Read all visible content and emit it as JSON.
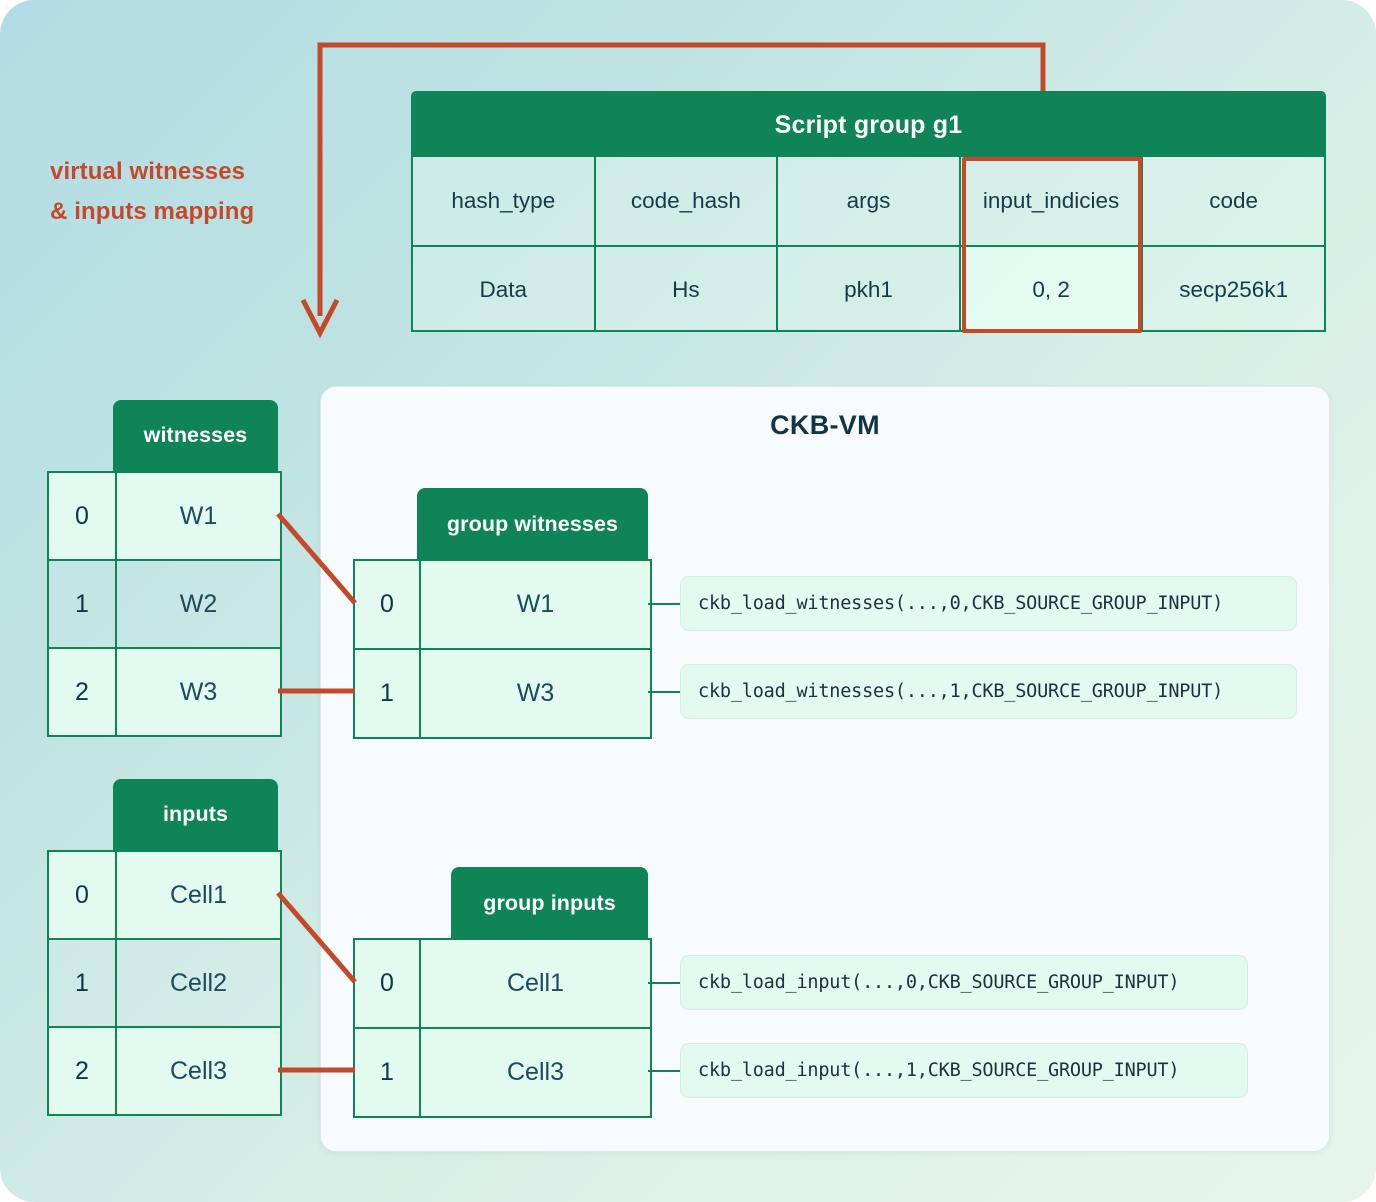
{
  "annotation": {
    "line1": "virtual witnesses",
    "line2": "& inputs mapping",
    "color": "#c4492a"
  },
  "script_group": {
    "title": "Script group g1",
    "columns": [
      "hash_type",
      "code_hash",
      "args",
      "input_indicies",
      "code"
    ],
    "values": [
      "Data",
      "Hs",
      "pkh1",
      "0, 2",
      "secp256k1"
    ],
    "highlighted_column": "input_indicies",
    "highlight_color": "#c4492a",
    "header_color": "#0f8457"
  },
  "vm": {
    "title": "CKB-VM"
  },
  "tables": {
    "witnesses": {
      "header": "witnesses",
      "rows": [
        {
          "index": "0",
          "value": "W1",
          "dimmed": false
        },
        {
          "index": "1",
          "value": "W2",
          "dimmed": true
        },
        {
          "index": "2",
          "value": "W3",
          "dimmed": false
        }
      ]
    },
    "group_witnesses": {
      "header": "group witnesses",
      "rows": [
        {
          "index": "0",
          "value": "W1"
        },
        {
          "index": "1",
          "value": "W3"
        }
      ]
    },
    "inputs": {
      "header": "inputs",
      "rows": [
        {
          "index": "0",
          "value": "Cell1",
          "dimmed": false
        },
        {
          "index": "1",
          "value": "Cell2",
          "dimmed": true
        },
        {
          "index": "2",
          "value": "Cell3",
          "dimmed": false
        }
      ]
    },
    "group_inputs": {
      "header": "group inputs",
      "rows": [
        {
          "index": "0",
          "value": "Cell1"
        },
        {
          "index": "1",
          "value": "Cell3"
        }
      ]
    }
  },
  "code_calls": {
    "witness_0": "ckb_load_witnesses(...,0,CKB_SOURCE_GROUP_INPUT)",
    "witness_1": "ckb_load_witnesses(...,1,CKB_SOURCE_GROUP_INPUT)",
    "input_0": "ckb_load_input(...,0,CKB_SOURCE_GROUP_INPUT)",
    "input_1": "ckb_load_input(...,1,CKB_SOURCE_GROUP_INPUT)"
  }
}
